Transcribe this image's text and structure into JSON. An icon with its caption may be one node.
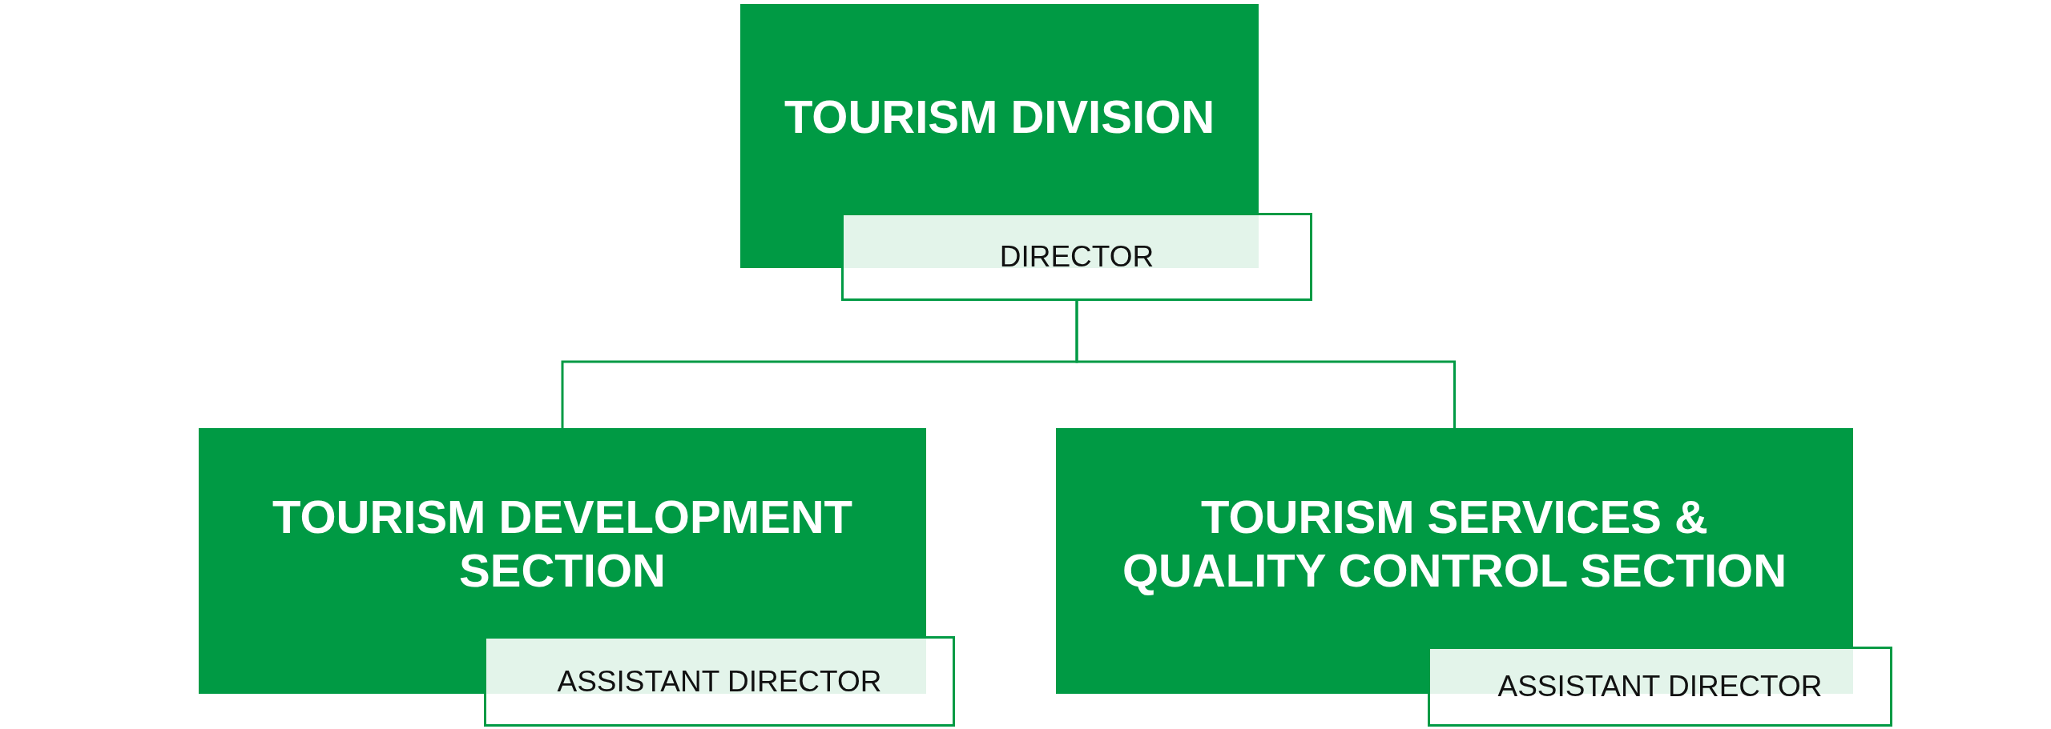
{
  "diagram": {
    "nodes": [
      {
        "text": [
          "TOURISM DIVISION"
        ]
      },
      {
        "text": [
          "DIRECTOR"
        ]
      },
      {
        "text": [
          "TOURISM DEVELOPMENT SECTION"
        ]
      },
      {
        "text": [
          "ASSISTANT DIRECTOR"
        ]
      },
      {
        "text": [
          "TOURISM SERVICES & QUALITY CONTROL SECTION"
        ]
      },
      {
        "text": [
          "ASSISTANT DIRECTOR"
        ]
      }
    ],
    "edges": [
      {
        "from": 1,
        "to": 2,
        "arrow": "none"
      },
      {
        "from": 1,
        "to": 4,
        "arrow": "none"
      }
    ]
  }
}
